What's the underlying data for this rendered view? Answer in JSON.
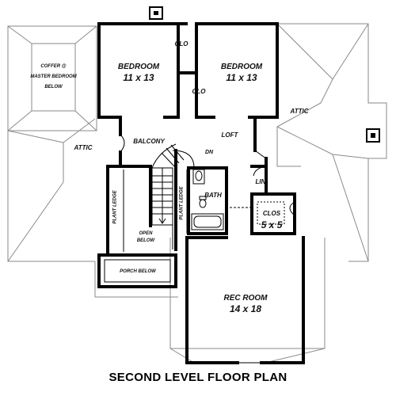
{
  "caption": "SECOND LEVEL FLOOR PLAN",
  "labels": {
    "bedroom1_name": "BEDROOM",
    "bedroom1_size": "11 x 13",
    "bedroom2_name": "BEDROOM",
    "bedroom2_size": "11 x 13",
    "clo_top": "CLO",
    "clo_mid": "CLO",
    "coffer_line1": "COFFER @",
    "coffer_line2": "MASTER BEDROOM",
    "coffer_line3": "BELOW",
    "attic_left": "ATTIC",
    "attic_right": "ATTIC",
    "balcony": "BALCONY",
    "loft": "LOFT",
    "dn": "DN",
    "bath": "BATH",
    "lin": "LIN",
    "clos_name": "CLOS",
    "clos_size": "5 x 5",
    "plant_ledge_left": "PLANT LEDGE",
    "plant_ledge_right": "PLANT LEDGE",
    "open_below_line1": "OPEN",
    "open_below_line2": "BELOW",
    "porch_below": "PORCH BELOW",
    "rec_room_name": "REC ROOM",
    "rec_room_size": "14 x 18"
  },
  "colors": {
    "wall": "#000000",
    "roof_line": "#8a8a8a",
    "background": "#ffffff"
  }
}
